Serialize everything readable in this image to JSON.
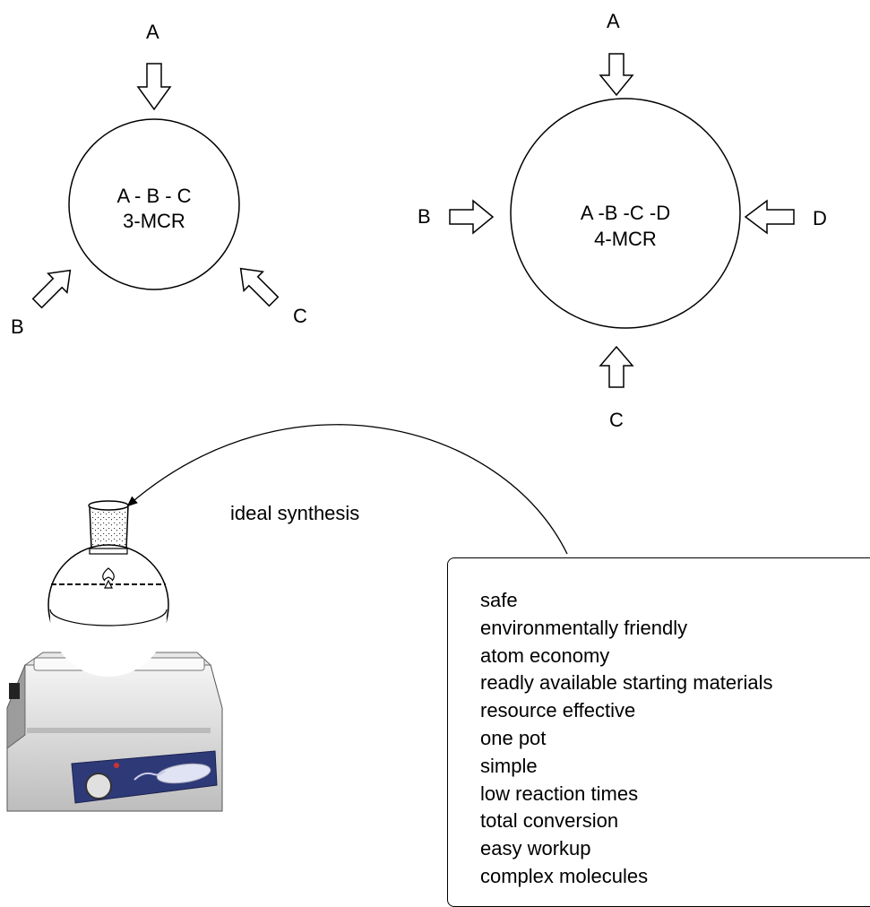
{
  "mcr3": {
    "input_a": "A",
    "input_b": "B",
    "input_c": "C",
    "product": "A - B - C",
    "name": "3-MCR"
  },
  "mcr4": {
    "input_a": "A",
    "input_b": "B",
    "input_c": "C",
    "input_d": "D",
    "product": "A -B -C -D",
    "name": "4-MCR"
  },
  "arrow_label": "ideal synthesis",
  "ideal_criteria": [
    "safe",
    "environmentally friendly",
    "atom economy",
    "readly available starting materials",
    "resource effective",
    "one pot",
    "simple",
    "low reaction times",
    "total conversion",
    "easy workup",
    "complex molecules"
  ],
  "colors": {
    "stroke": "#000000",
    "hotplate_panel": "#2e3a78",
    "hotplate_body": "#d8d8d8"
  },
  "icons": {
    "flask": "round-bottom-flask-icon",
    "hotplate": "hotplate-stirrer-icon"
  }
}
